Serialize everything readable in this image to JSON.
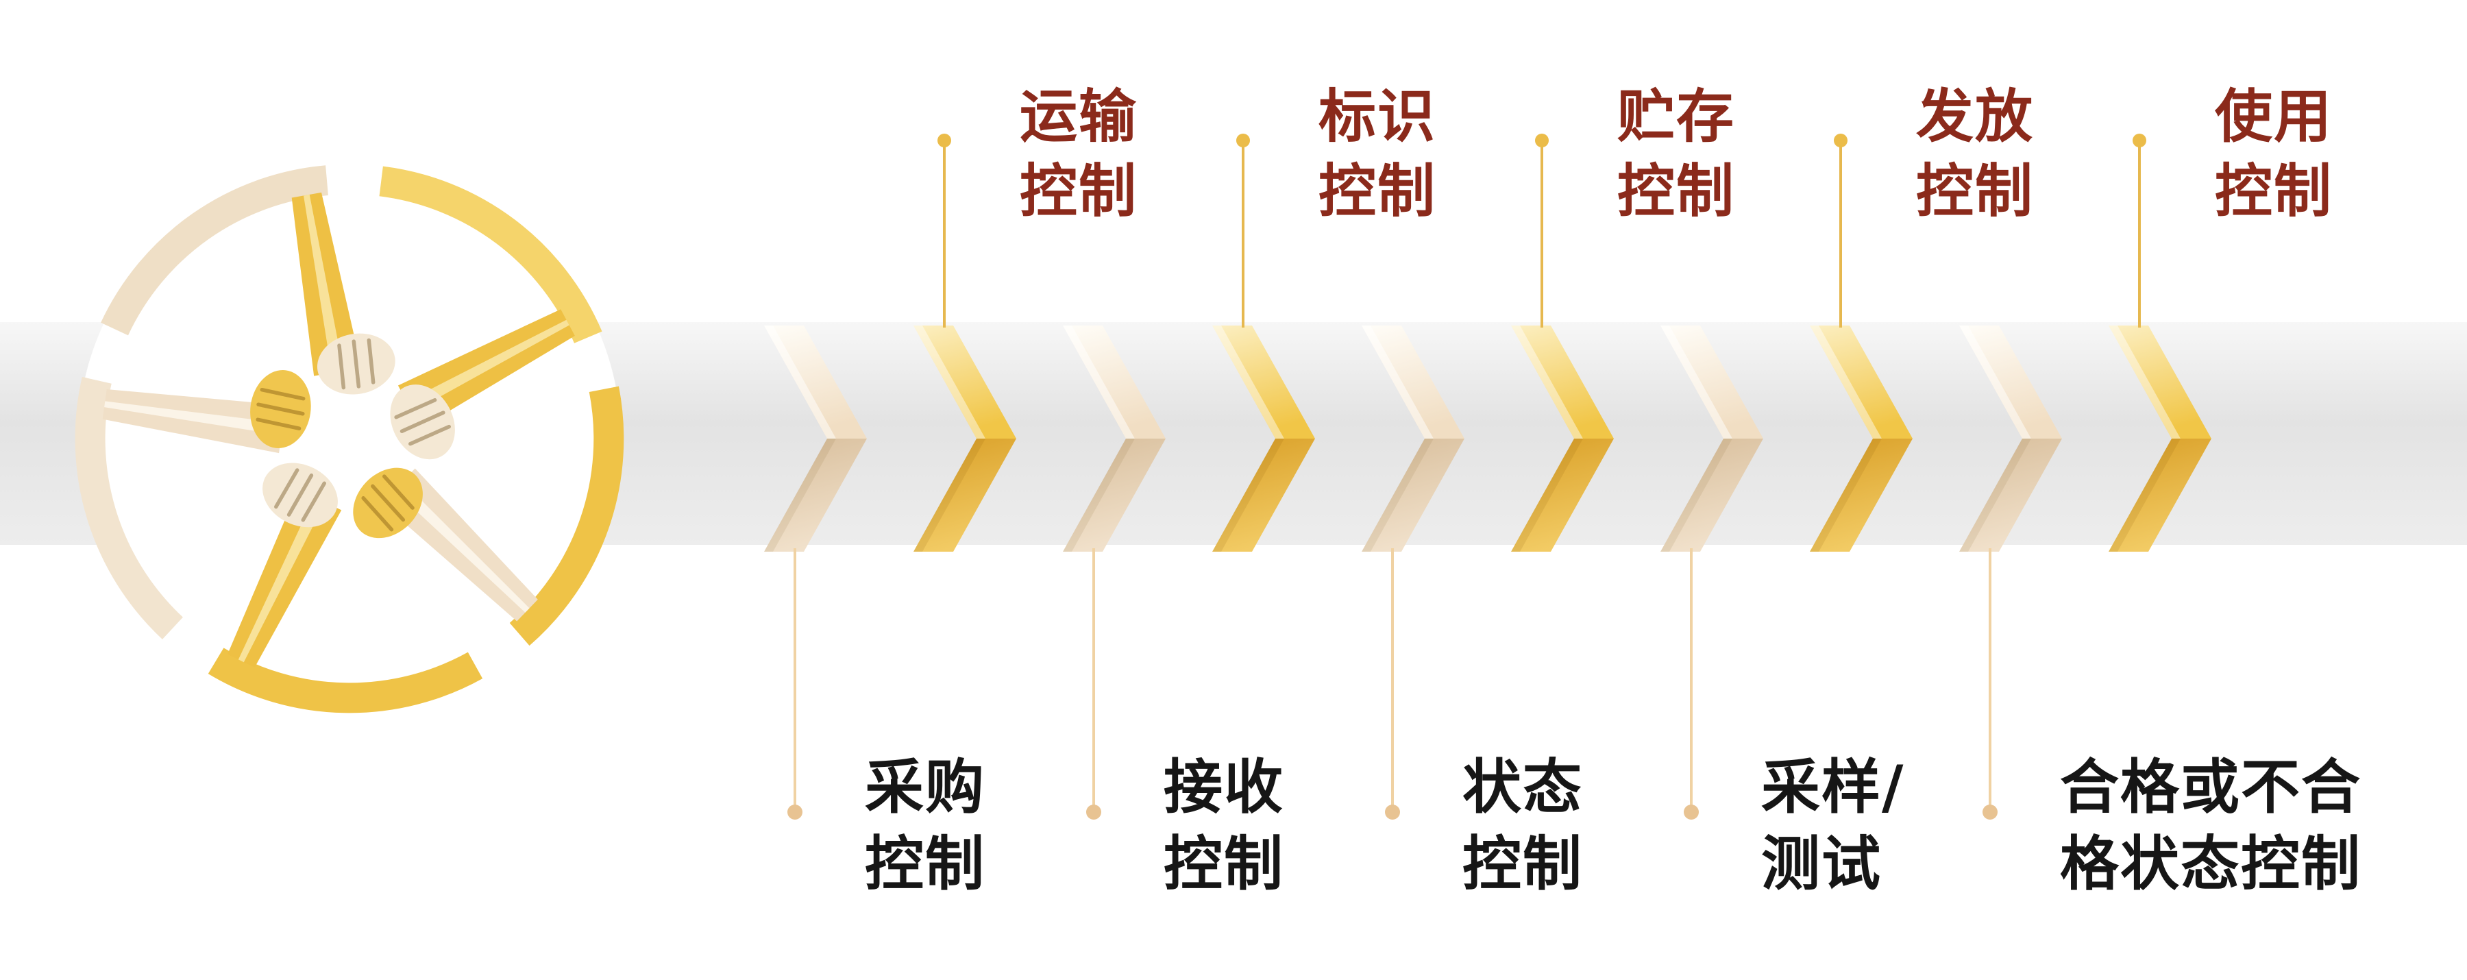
{
  "diagram": {
    "kind": "material-control-process-flow",
    "logo_icon": "clasped-hands-wheel-icon"
  },
  "palette": {
    "gold": "#EFC247",
    "cream": "#F2E2CB",
    "maroon_text": "#8B2A1B",
    "black_text": "#161616",
    "top_connector": "#E6B84F",
    "top_dot": "#EBBC49",
    "bottom_connector": "#F0D2A3",
    "bottom_dot": "#E8C392",
    "band_gray": "#E4E4E4"
  },
  "process": {
    "chevron_count": 10,
    "chevron_colors": [
      "cream",
      "gold",
      "cream",
      "gold",
      "cream",
      "gold",
      "cream",
      "gold",
      "cream",
      "gold"
    ],
    "top_steps": [
      {
        "line1": "运输",
        "line2": "控制"
      },
      {
        "line1": "标识",
        "line2": "控制"
      },
      {
        "line1": "贮存",
        "line2": "控制"
      },
      {
        "line1": "发放",
        "line2": "控制"
      },
      {
        "line1": "使用",
        "line2": "控制"
      }
    ],
    "bottom_steps": [
      {
        "line1": "采购",
        "line2": "控制"
      },
      {
        "line1": "接收",
        "line2": "控制"
      },
      {
        "line1": "状态",
        "line2": "控制"
      },
      {
        "line1": "采样/",
        "line2": "测试"
      },
      {
        "line1": "合格或不合",
        "line2": "格状态控制"
      }
    ]
  }
}
